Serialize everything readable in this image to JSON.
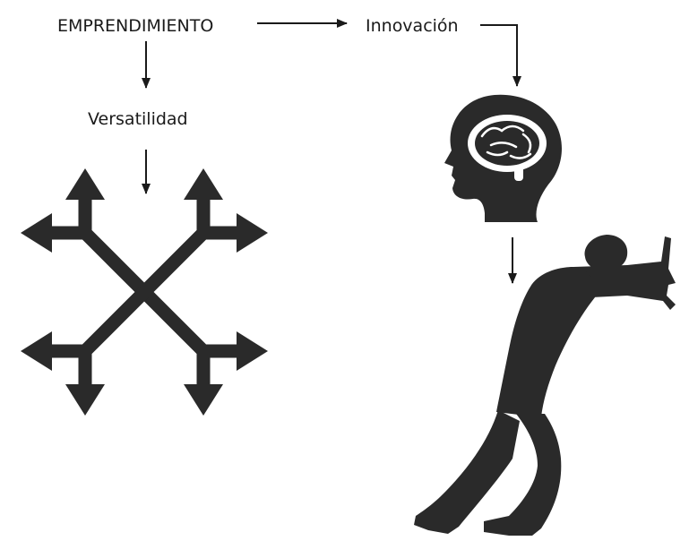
{
  "diagram": {
    "nodes": {
      "emprendimiento": {
        "label": "EMPRENDIMIENTO"
      },
      "innovacion": {
        "label": "Innovación"
      },
      "versatilidad": {
        "label": "Versatilidad"
      }
    },
    "icons": {
      "versatility": "four-way-branching-arrows-icon",
      "innovation": "head-with-brain-icon",
      "effort": "person-pushing-wall-icon"
    },
    "colors": {
      "icon_fill": "#2a2a2a",
      "text": "#1a1a1a",
      "arrow": "#1a1a1a",
      "background": "#ffffff"
    }
  }
}
